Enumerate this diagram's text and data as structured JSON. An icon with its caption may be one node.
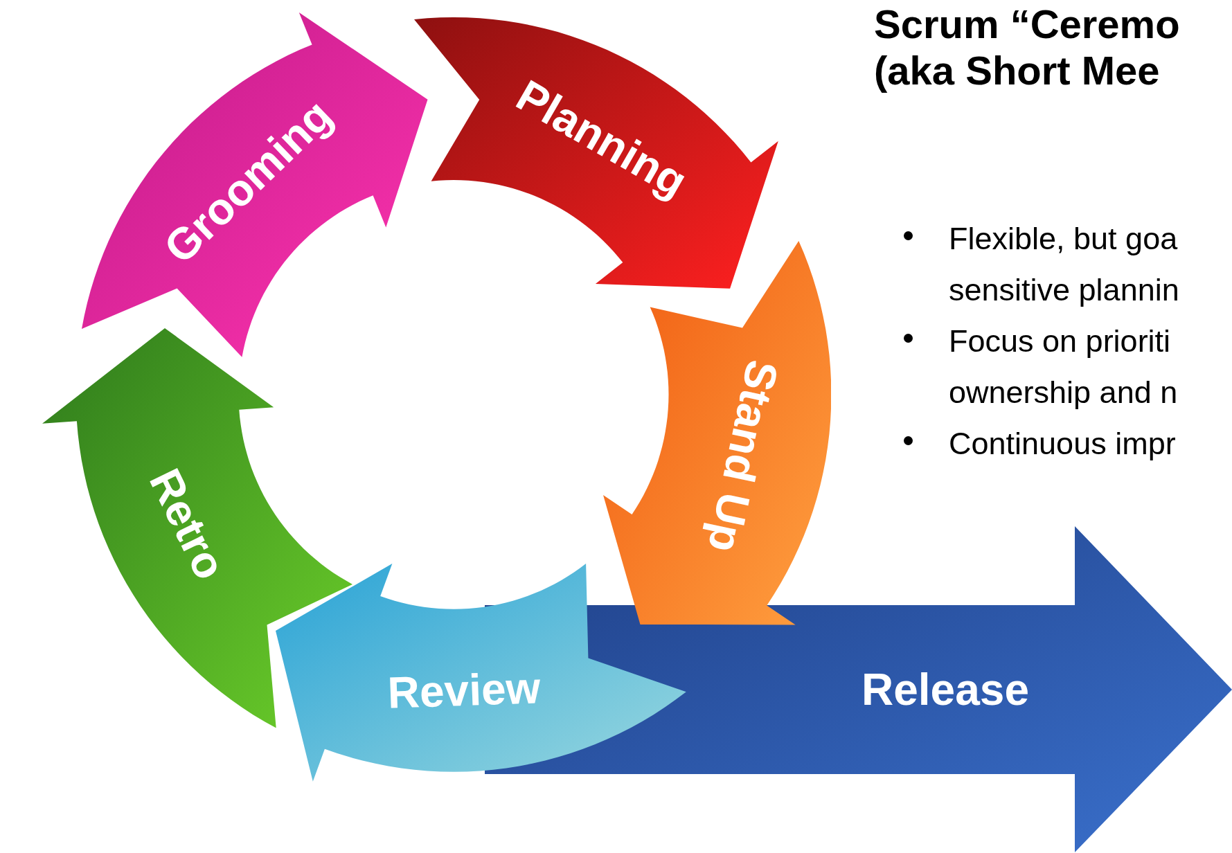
{
  "diagram": {
    "title": "Scrum “Ceremo (aka Short Mee",
    "nodes": [
      {
        "text": [
          "Planning"
        ]
      },
      {
        "text": [
          "Stand Up"
        ]
      },
      {
        "text": [
          "Review"
        ]
      },
      {
        "text": [
          "Retro"
        ]
      },
      {
        "text": [
          "Grooming"
        ]
      },
      {
        "text": [
          "Release"
        ]
      }
    ],
    "labels": [
      "Flexible, but goa sensitive plannin",
      "Focus on prioriti ownership and n",
      "Continuous impr"
    ]
  }
}
